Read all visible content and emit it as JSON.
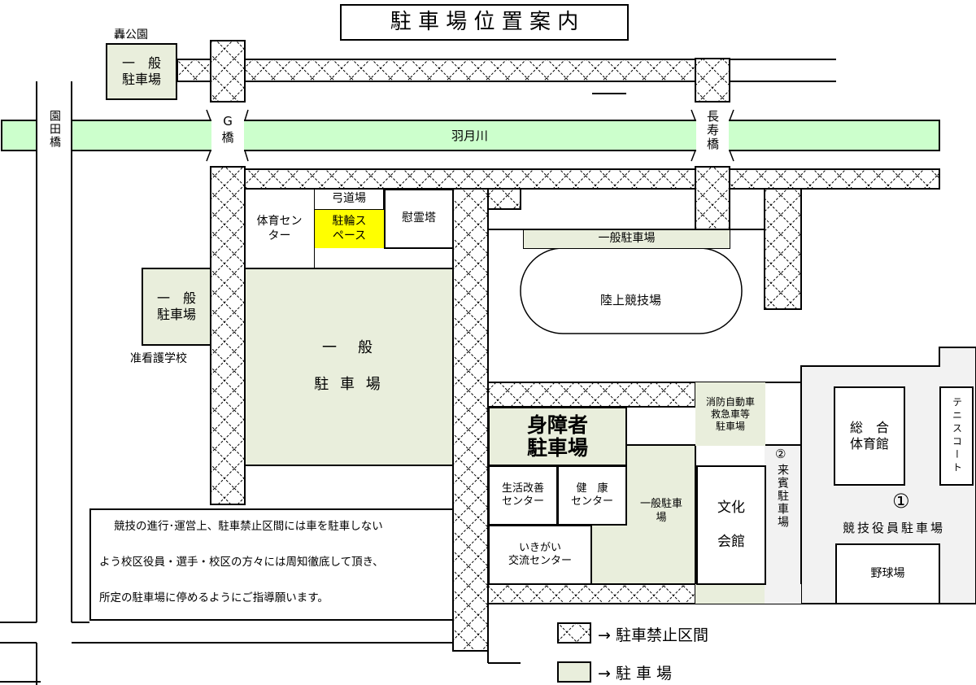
{
  "title": "駐 車 場 位 置 案 内",
  "colors": {
    "parking": "#e9eedc",
    "river": "#ccffcc",
    "bicycle": "#ffff00"
  },
  "places": {
    "todoroki_park": "轟公園",
    "todoroki_parking": "一　般\n駐車場",
    "sonoda_bridge": "園田橋",
    "g_bridge": "G\n橋",
    "river": "羽月川",
    "choju_bridge": "長寿橋",
    "sports_center": "体育セン\nター",
    "kyudojo": "弓道場",
    "bicycle_space": "駐輪ス\nペース",
    "ireito": "慰霊塔",
    "left_parking": "一　般\n駐車場",
    "nursing_school": "准看護学校",
    "central_parking": "一　般\n\n駐 車 場",
    "track_parking": "一般駐車場",
    "track": "陸上競技場",
    "disabled_parking": "身障者\n駐車場",
    "fire_parking": "消防自動車\n救急車等\n駐車場",
    "life_center": "生活改善\nセンター",
    "health_center": "健　康\nセンター",
    "ikigai_center": "いきがい\n交流センター",
    "general_parking_2": "一般駐車\n場",
    "culture_hall": "文化\n\n会館",
    "guest_parking_num": "②",
    "guest_parking": "来賓駐車場",
    "gymnasium": "総　合\n体育館",
    "tennis": "テニスコート",
    "official_parking_num": "①",
    "official_parking": "競技役員駐車場",
    "baseball": "野球場"
  },
  "notice": [
    "競技の進行･運営上、駐車禁止区間には車を駐車しない",
    "よう校区役員・選手・校区の方々には周知徹底して頂き、",
    "所定の駐車場に停めるようにご指導願います。"
  ],
  "legend": [
    {
      "icon": "hatch",
      "label": "→ 駐車禁止区間"
    },
    {
      "icon": "parking",
      "label": "→ 駐 車 場"
    }
  ]
}
